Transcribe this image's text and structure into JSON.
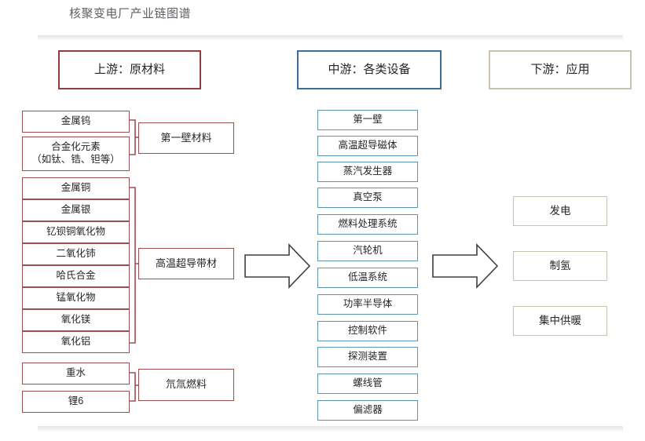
{
  "title": "核聚变电厂产业链图谱",
  "colors": {
    "upstream_border": "#9d4f4f",
    "upstream_header_border": "#923d3d",
    "midstream_border": "#5d94b4",
    "midstream_header_border": "#3f6e9e",
    "downstream_border": "#c9c2b0",
    "arrow_stroke": "#3f3f3f",
    "title_text": "#5b6166",
    "box_text": "#262626",
    "background": "#ffffff"
  },
  "headers": {
    "upstream": "上游：原材料",
    "midstream": "中游：各类设备",
    "downstream": "下游：应用"
  },
  "upstream": {
    "groups": [
      {
        "label": "第一壁材料",
        "items": [
          "金属钨",
          "合金化元素\n（如钛、锆、钽等）"
        ]
      },
      {
        "label": "高温超导带材",
        "items": [
          "金属铜",
          "金属银",
          "钇钡铜氧化物",
          "二氧化铈",
          "哈氏合金",
          "锰氧化物",
          "氧化镁",
          "氧化铝"
        ]
      },
      {
        "label": "氘氚燃料",
        "items": [
          "重水",
          "锂6"
        ]
      }
    ]
  },
  "midstream": {
    "items": [
      "第一壁",
      "高温超导磁体",
      "蒸汽发生器",
      "真空泵",
      "燃料处理系统",
      "汽轮机",
      "低温系统",
      "功率半导体",
      "控制软件",
      "探测装置",
      "螺线管",
      "偏滤器"
    ]
  },
  "downstream": {
    "items": [
      "发电",
      "制氢",
      "集中供暖"
    ]
  },
  "arrows": [
    {
      "name": "upstream-to-midstream"
    },
    {
      "name": "midstream-to-downstream"
    }
  ]
}
